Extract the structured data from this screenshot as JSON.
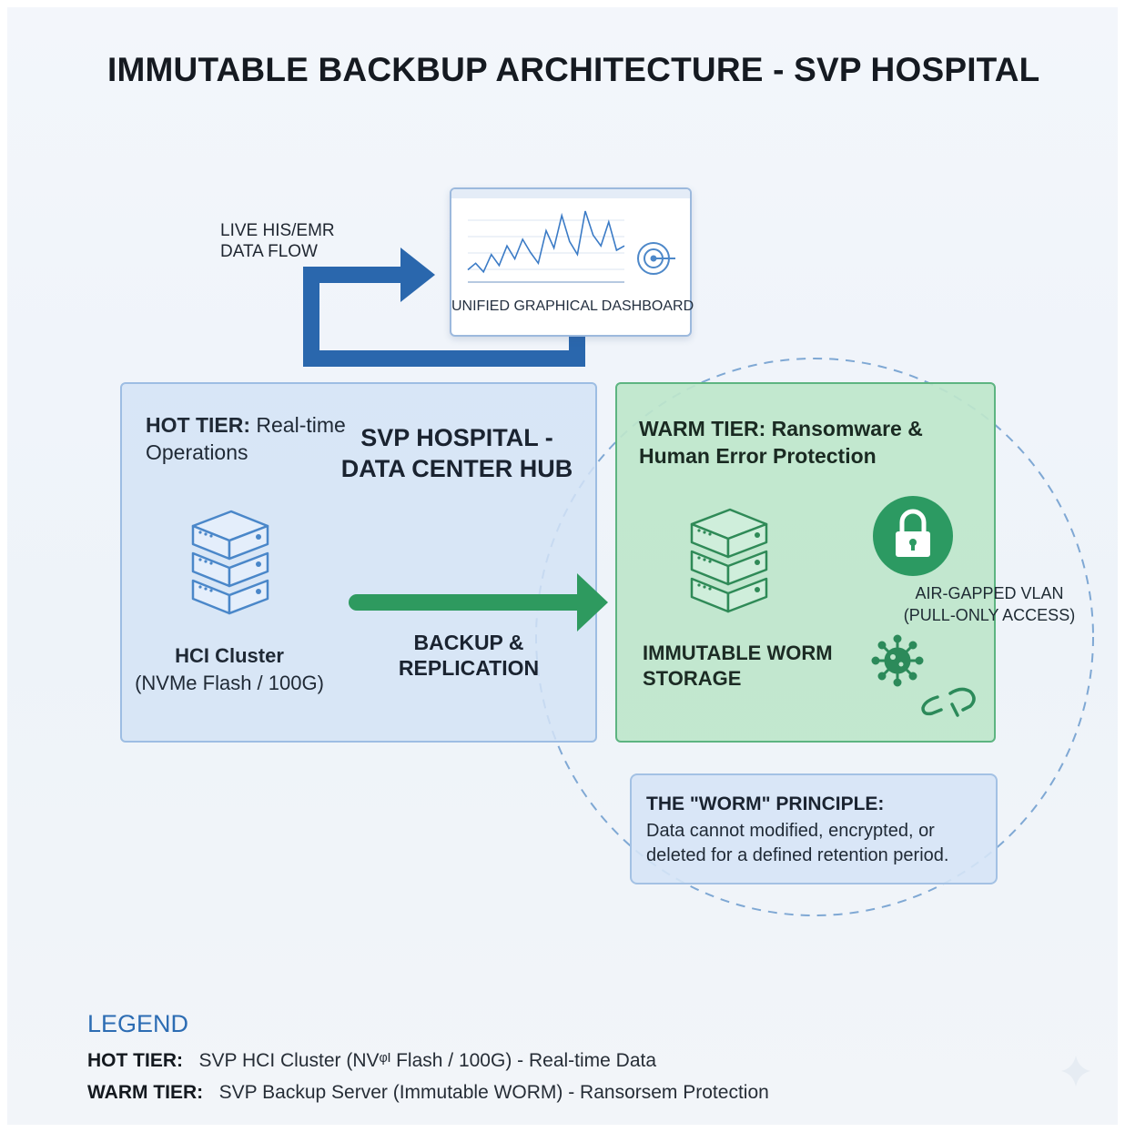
{
  "title": "IMMUTABLE BACKBUP ARCHITECTURE - SVP HOSPITAL",
  "flow_label": {
    "line1": "LIVE HIS/EMR",
    "line2": "DATA FLOW"
  },
  "dashboard": {
    "label": "UNIFIED GRAPHICAL DASHBOARD",
    "chart_points": [
      8,
      14,
      6,
      22,
      12,
      30,
      18,
      36,
      24,
      14,
      44,
      28,
      58,
      34,
      22,
      62,
      40,
      30,
      52,
      26,
      30
    ]
  },
  "hot_tier": {
    "title_bold": "HOT TIER:",
    "title_rest": " Real-time",
    "title_line2": "Operations",
    "hub_line1": "SVP HOSPITAL -",
    "hub_line2": "DATA CENTER HUB",
    "node_name": "HCI Cluster",
    "node_spec": "(NVMe Flash / 100G)"
  },
  "backup_arrow": {
    "line1": "BACKUP &",
    "line2": "REPLICATION"
  },
  "warm_tier": {
    "title_line1": "WARM TIER: Ransomware &",
    "title_line2": "Human Error Protection",
    "storage_line1": "IMMUTABLE WORM",
    "storage_line2": "STORAGE",
    "airgap_line1": "AIR-GAPPED VLAN",
    "airgap_line2": "(PULL-ONLY ACCESS)"
  },
  "principle": {
    "title": "THE \"WORM\" PRINCIPLE:",
    "line1": "Data cannot modified, encrypted, or",
    "line2": "deleted for a defined retention period."
  },
  "legend": {
    "title": "LEGEND",
    "rows": [
      {
        "label": "HOT TIER:",
        "text": "SVP HCI Cluster (NVᵠᴵ Flash / 100G) - Real-time Data"
      },
      {
        "label": "WARM TIER:",
        "text": "SVP Backup Server (Immutable WORM) - Ransorsem Protection"
      }
    ]
  },
  "colors": {
    "flow_arrow": "#2a67ad",
    "backup_arrow": "#2e9a5f",
    "lock_badge": "#2c9a62",
    "hot_fill": "#d4e3f6",
    "warm_fill": "#bee6cb",
    "legend_title": "#2c6cb3"
  },
  "icons": {
    "hot_server": "server-stack-icon",
    "warm_server": "server-stack-icon",
    "lock": "lock-icon",
    "virus": "virus-icon",
    "broken_link": "broken-link-icon",
    "target": "target-icon"
  }
}
